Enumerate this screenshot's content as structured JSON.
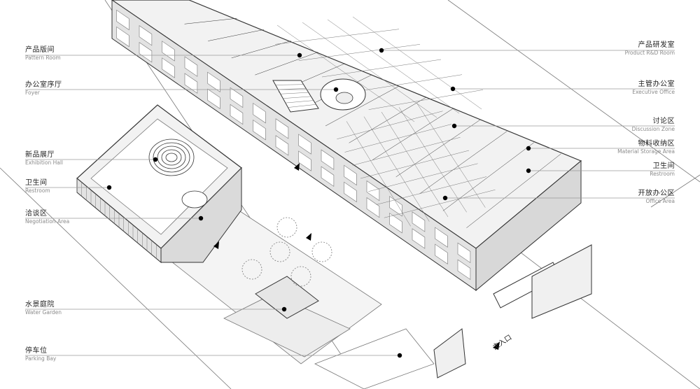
{
  "labels_left": [
    {
      "id": "pattern-room",
      "zh": "产品版间",
      "en": "Pattern Room"
    },
    {
      "id": "foyer",
      "zh": "办公室序厅",
      "en": "Foyer"
    },
    {
      "id": "exhibition-hall",
      "zh": "新品展厅",
      "en": "Exhibition Hall"
    },
    {
      "id": "restroom-left",
      "zh": "卫生间",
      "en": "Restroom"
    },
    {
      "id": "negotiation-area",
      "zh": "洽谈区",
      "en": "Negotiation Area"
    },
    {
      "id": "water-garden",
      "zh": "水景庭院",
      "en": "Water Garden"
    },
    {
      "id": "parking-bay",
      "zh": "停车位",
      "en": "Parking Bay"
    }
  ],
  "labels_right": [
    {
      "id": "product-rd-room",
      "zh": "产品研发室",
      "en": "Product R&D Room"
    },
    {
      "id": "executive-office",
      "zh": "主管办公室",
      "en": "Executive Office"
    },
    {
      "id": "discussion-zone",
      "zh": "讨论区",
      "en": "Discussion Zone"
    },
    {
      "id": "material-storage-area",
      "zh": "物料收纳区",
      "en": "Material Storage Area"
    },
    {
      "id": "restroom-right",
      "zh": "卫生间",
      "en": "Restroom"
    },
    {
      "id": "office-area",
      "zh": "开放办公区",
      "en": "Office Area"
    }
  ],
  "entrance_label": "主入口",
  "colors": {
    "line": "#333333",
    "thin": "#777777",
    "leader": "#9a9a9a",
    "floor": "#f2f2f2",
    "wall": "#e3e3e3",
    "dot": "#000000"
  }
}
